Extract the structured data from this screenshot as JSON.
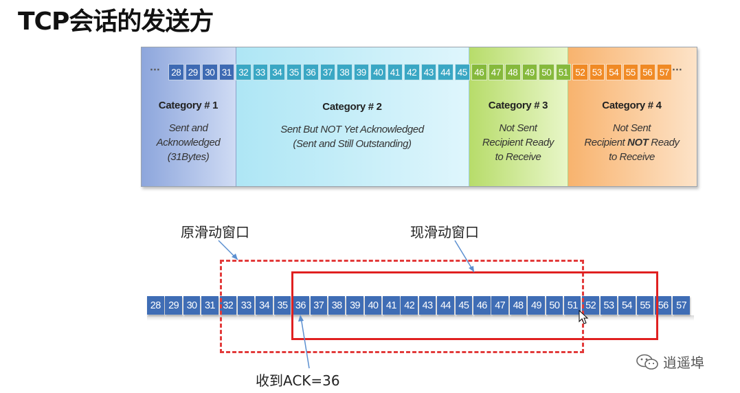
{
  "title": "TCP会话的发送方",
  "top_diagram": {
    "leading_dots": "···",
    "trailing_dots": "···",
    "sequence": {
      "cat1": [
        "28",
        "29",
        "30",
        "31"
      ],
      "cat2": [
        "32",
        "33",
        "34",
        "35",
        "36",
        "37",
        "38",
        "39",
        "40",
        "41",
        "42",
        "43",
        "44",
        "45"
      ],
      "cat3": [
        "46",
        "47",
        "48",
        "49",
        "50",
        "51"
      ],
      "cat4": [
        "52",
        "53",
        "54",
        "55",
        "56",
        "57"
      ]
    },
    "categories": [
      {
        "heading": "Category # 1",
        "lines": [
          "Sent and",
          "Acknowledged",
          "(31Bytes)"
        ]
      },
      {
        "heading": "Category # 2",
        "lines": [
          "Sent But NOT Yet Acknowledged",
          "(Sent and Still Outstanding)"
        ]
      },
      {
        "heading": "Category # 3",
        "lines": [
          "Not Sent",
          "Recipient Ready",
          "to Receive"
        ]
      },
      {
        "heading": "Category # 4",
        "line1": "Not Sent",
        "line2_pre": "Recipient ",
        "line2_bold": "NOT",
        "line2_post": " Ready",
        "line3": "to Receive"
      }
    ],
    "colors": {
      "cat1": "#3e6ab3",
      "cat2": "#3aa7c4",
      "cat3": "#86b93c",
      "cat4": "#f08a25"
    }
  },
  "bottom_diagram": {
    "label_old_window": "原滑动窗口",
    "label_new_window": "现滑动窗口",
    "label_ack": "收到ACK=36",
    "sequence": [
      "28",
      "29",
      "30",
      "31",
      "32",
      "33",
      "34",
      "35",
      "36",
      "37",
      "38",
      "39",
      "40",
      "41",
      "42",
      "43",
      "44",
      "45",
      "46",
      "47",
      "48",
      "49",
      "50",
      "51",
      "52",
      "53",
      "54",
      "55",
      "56",
      "57"
    ],
    "colors": {
      "cell": "#3f6db5",
      "window": "#e02020"
    }
  },
  "watermark": {
    "text": "逍遥埠",
    "icon": "wechat-icon"
  }
}
